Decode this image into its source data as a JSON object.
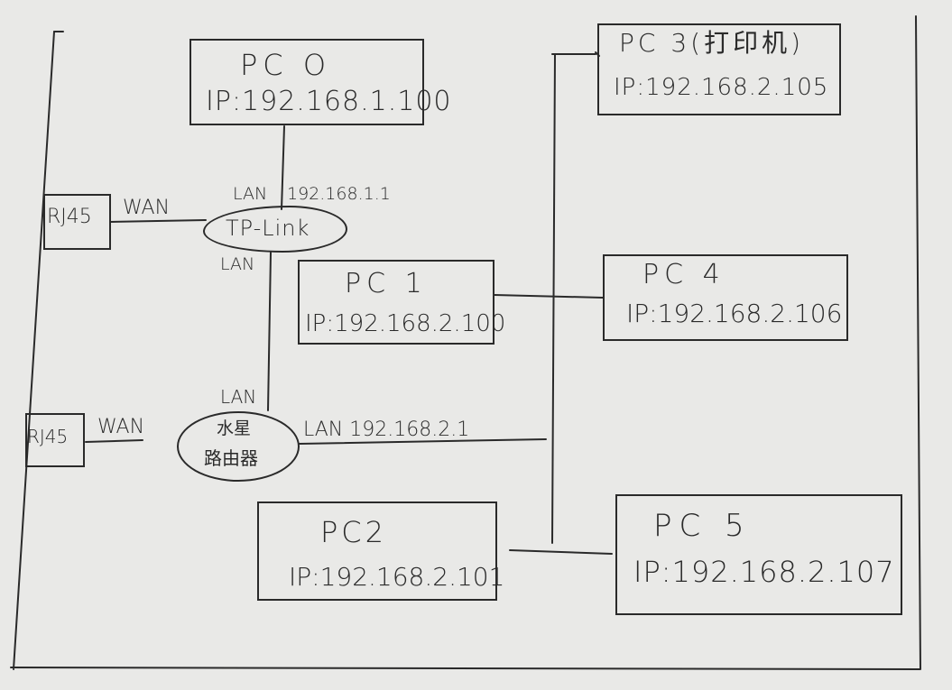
{
  "nodes": {
    "pc0": {
      "name": "PC O",
      "ip": "IP:192.168.1.100"
    },
    "pc1": {
      "name": "PC 1",
      "ip": "IP:192.168.2.100"
    },
    "pc2": {
      "name": "PC2",
      "ip": "IP:192.168.2.101"
    },
    "pc3": {
      "name": "PC 3(打印机)",
      "ip": "IP:192.168.2.105"
    },
    "pc4": {
      "name": "PC 4",
      "ip": "IP:192.168.2.106"
    },
    "pc5": {
      "name": "PC 5",
      "ip": "IP:192.168.2.107"
    }
  },
  "routers": {
    "tplink": {
      "name": "TP-Link",
      "lan_top": "LAN",
      "lan_ip": "192.168.1.1",
      "lan_bottom": "LAN"
    },
    "mercury": {
      "name_line1": "水星",
      "name_line2": "路由器",
      "lan_top": "LAN",
      "lan_label": "LAN 192.168.2.1"
    }
  },
  "uplinks": {
    "upper": {
      "jack": "RJ45",
      "wan": "WAN"
    },
    "lower": {
      "jack": "RJ45",
      "wan": "WAN"
    }
  },
  "colors": {
    "ink": "#2a2a2a",
    "paper": "#e9e9e7"
  }
}
